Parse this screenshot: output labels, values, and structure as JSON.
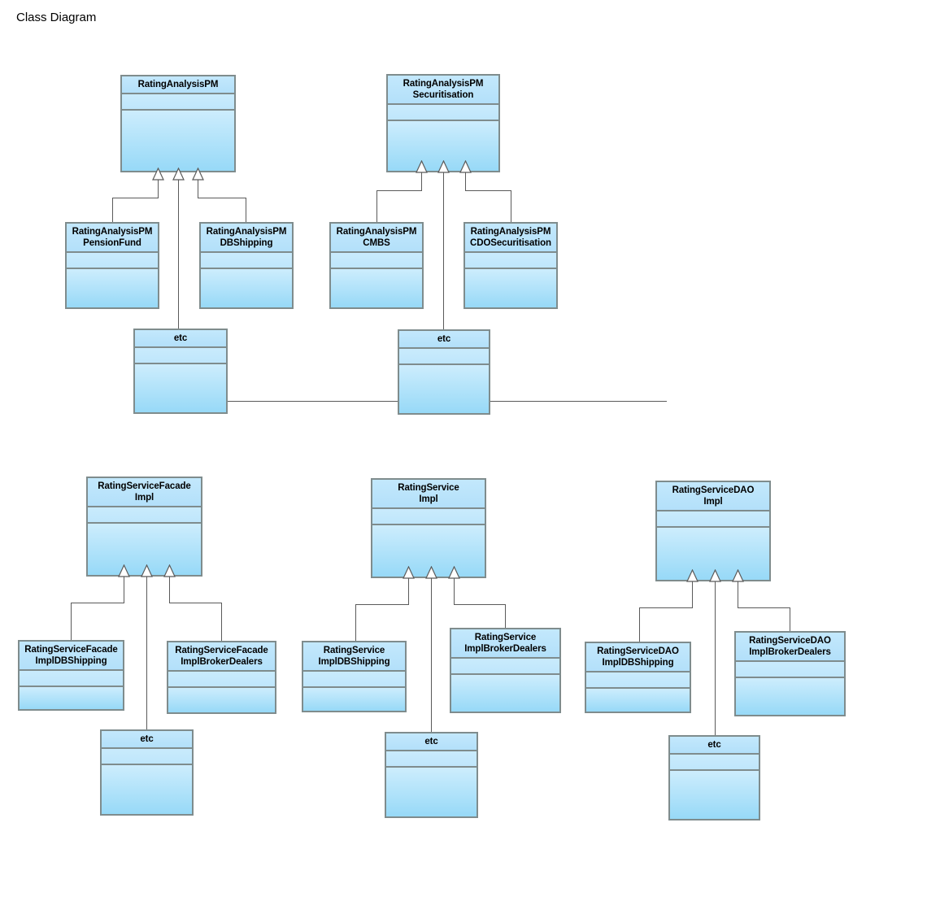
{
  "title": "Class Diagram",
  "theme": {
    "box_fill_top": "#cdedfd",
    "box_fill_bottom": "#97d9f7",
    "box_border": "#7f8c8d",
    "line_color": "#5a5a5a",
    "text_color": "#000000",
    "background": "#ffffff"
  },
  "diagram": {
    "type": "uml-class-diagram",
    "notation": "generalization (hollow triangle) from subclass to superclass",
    "groups": [
      {
        "id": "rating-analysis-pm",
        "superclass": "RatingAnalysisPM",
        "subclasses": [
          "RatingAnalysisPMPensionFund",
          "RatingAnalysisPMDBShipping",
          "etc"
        ]
      },
      {
        "id": "rating-analysis-pm-securitisation",
        "superclass": "RatingAnalysisPMSecuritisation",
        "subclasses": [
          "RatingAnalysisPMCMBS",
          "RatingAnalysisPMCDOSecuritisation",
          "etc"
        ]
      },
      {
        "id": "rating-service-facade-impl",
        "superclass": "RatingServiceFacadeImpl",
        "subclasses": [
          "RatingServiceFacadeImplDBShipping",
          "RatingServiceFacadeImplBrokerDealers",
          "etc"
        ]
      },
      {
        "id": "rating-service-impl",
        "superclass": "RatingServiceImpl",
        "subclasses": [
          "RatingServiceImplDBShipping",
          "RatingServiceImplBrokerDealers",
          "etc"
        ]
      },
      {
        "id": "rating-service-dao-impl",
        "superclass": "RatingServiceDAOImpl",
        "subclasses": [
          "RatingServiceDAOImplDBShipping",
          "RatingServiceDAOImplBrokerDealers",
          "etc"
        ]
      }
    ]
  },
  "classes": {
    "rating_analysis_pm": {
      "name": "RatingAnalysisPM"
    },
    "rating_analysis_pm_securitisation": {
      "name": "RatingAnalysisPM\nSecuritisation"
    },
    "rating_analysis_pm_pension_fund": {
      "name": "RatingAnalysisPM\nPensionFund"
    },
    "rating_analysis_pm_db_shipping": {
      "name": "RatingAnalysisPM\nDBShipping"
    },
    "rating_analysis_pm_cmbs": {
      "name": "RatingAnalysisPM\nCMBS"
    },
    "rating_analysis_pm_cdo_securitisation": {
      "name": "RatingAnalysisPM\nCDOSecuritisation"
    },
    "etc_pm": {
      "name": "etc"
    },
    "etc_securitisation": {
      "name": "etc"
    },
    "rating_service_facade_impl": {
      "name": "RatingServiceFacade\nImpl"
    },
    "rating_service_facade_impl_db_shipping": {
      "name": "RatingServiceFacade\nImplDBShipping"
    },
    "rating_service_facade_impl_broker_dealers": {
      "name": "RatingServiceFacade\nImplBrokerDealers"
    },
    "etc_facade": {
      "name": "etc"
    },
    "rating_service_impl": {
      "name": "RatingService\nImpl"
    },
    "rating_service_impl_db_shipping": {
      "name": "RatingService\nImplDBShipping"
    },
    "rating_service_impl_broker_dealers": {
      "name": "RatingService\nImplBrokerDealers"
    },
    "etc_service": {
      "name": "etc"
    },
    "rating_service_dao_impl": {
      "name": "RatingServiceDAO\nImpl"
    },
    "rating_service_dao_impl_db_shipping": {
      "name": "RatingServiceDAO\nImplDBShipping"
    },
    "rating_service_dao_impl_broker_dealers": {
      "name": "RatingServiceDAO\nImplBrokerDealers"
    },
    "etc_dao": {
      "name": "etc"
    }
  }
}
